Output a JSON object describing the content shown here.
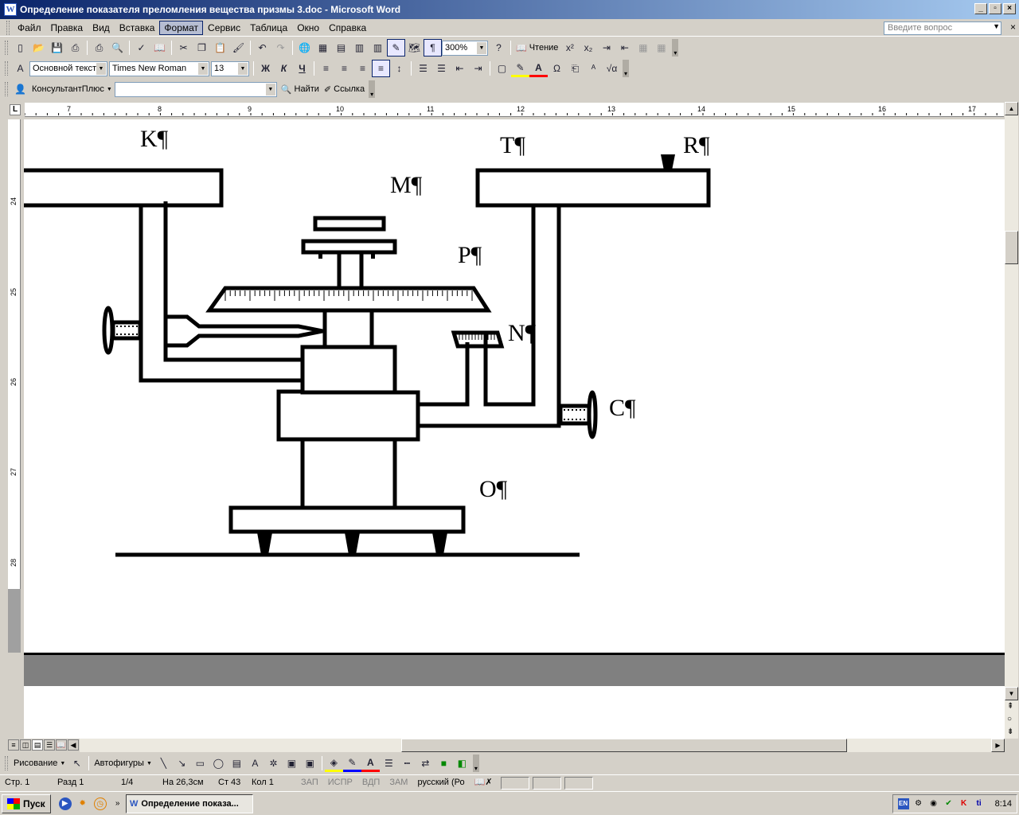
{
  "window": {
    "title": "Определение показателя преломления вещества призмы 3.doc - Microsoft Word",
    "app_icon": "W"
  },
  "menu": {
    "items": [
      "Файл",
      "Правка",
      "Вид",
      "Вставка",
      "Формат",
      "Сервис",
      "Таблица",
      "Окно",
      "Справка"
    ],
    "active": "Формат",
    "ask_placeholder": "Введите вопрос"
  },
  "toolbar_standard": {
    "zoom": "300%",
    "reading_label": "Чтение"
  },
  "toolbar_formatting": {
    "style": "Основной текст",
    "font": "Times New Roman",
    "size": "13"
  },
  "toolbar_consultant": {
    "name": "КонсультантПлюс",
    "find_label": "Найти",
    "link_label": "Ссылка"
  },
  "ruler": {
    "h_ticks": [
      "7",
      "8",
      "9",
      "10",
      "11",
      "12",
      "13",
      "14",
      "15",
      "16",
      "17"
    ],
    "v_ticks": [
      "24",
      "25",
      "26",
      "27",
      "28"
    ]
  },
  "diagram": {
    "labels": {
      "K": "K¶",
      "T": "T¶",
      "R": "R¶",
      "M": "M¶",
      "P": "P¶",
      "N": "N¶",
      "C": "C¶",
      "O": "O¶"
    }
  },
  "drawing_toolbar": {
    "draw_label": "Рисование",
    "autoshapes_label": "Автофигуры"
  },
  "status": {
    "page": "Стр. 1",
    "section": "Разд 1",
    "pages": "1/4",
    "at": "На 26,3см",
    "line": "Ст 43",
    "col": "Кол 1",
    "rec": "ЗАП",
    "trk": "ИСПР",
    "ext": "ВДП",
    "ovr": "ЗАМ",
    "lang": "русский (Ро"
  },
  "taskbar": {
    "start_label": "Пуск",
    "task_title": "Определение показа...",
    "clock": "8:14",
    "lang_indicator": "EN"
  }
}
